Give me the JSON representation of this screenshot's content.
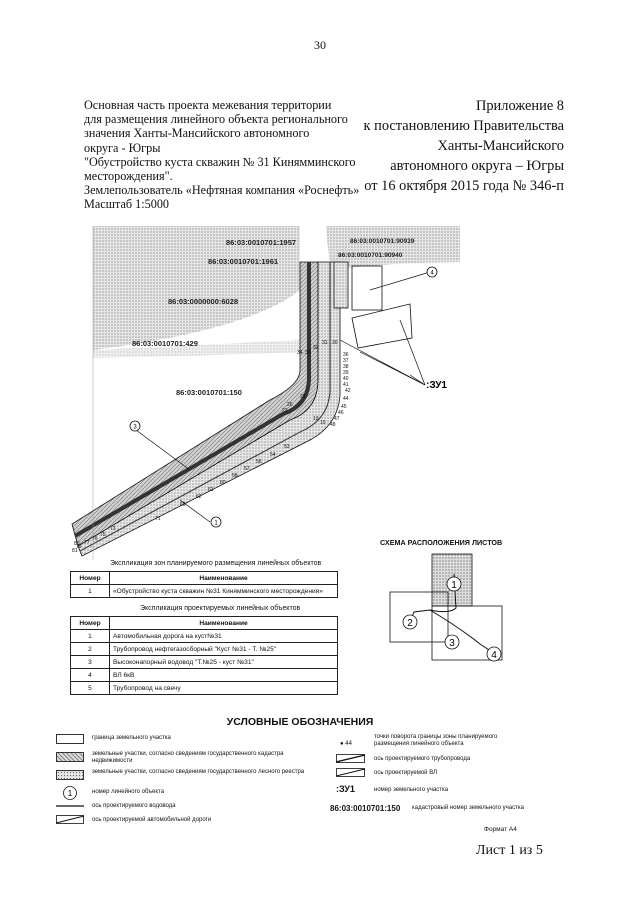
{
  "page_number": "30",
  "header_left": [
    "Основная часть проекта межевания территории",
    "для размещения линейного объекта регионального",
    "значения Ханты-Мансийского автономного",
    "округа  - Югры",
    "\"Обустройство куста скважин № 31 Кинямминского",
    "месторождения\".",
    "Землепользователь «Нефтяная компания «Роснефть»",
    "Масштаб 1:5000"
  ],
  "header_right": [
    "Приложение 8",
    "к постановлению Правительства",
    "Ханты-Мансийского",
    "автономного округа – Югры",
    "от 16 октября 2015 года № 346-п"
  ],
  "map": {
    "cadastral": [
      "86:03:0010701:1957",
      "86:03:0010701:90939",
      "86:03:0010701:1961",
      "86:03:0010701:90940",
      "86:03:0000000:6028",
      "86:03:0010701:429",
      "86:03:0010701:150"
    ],
    "zu_label": ":ЗУ1",
    "point_numbers": [
      "34",
      "33",
      "32",
      "31",
      "30",
      "36",
      "37",
      "38",
      "39",
      "40",
      "41",
      "42",
      "44",
      "45",
      "46",
      "47",
      "48",
      "26",
      "29",
      "23",
      "13",
      "10",
      "53",
      "54",
      "56",
      "57",
      "58",
      "60",
      "61",
      "62",
      "69",
      "71",
      "73",
      "75",
      "76",
      "77",
      "79",
      "80",
      "81"
    ],
    "circled": [
      "1",
      "3",
      "4"
    ]
  },
  "scheme": {
    "title": "СХЕМА РАСПОЛОЖЕНИЯ ЛИСТОВ",
    "labels": [
      "1",
      "2",
      "3",
      "4"
    ]
  },
  "table1": {
    "caption": "Экспликация зон планируемого размещения линейных объектов",
    "headers": [
      "Номер",
      "Наименование"
    ],
    "rows": [
      [
        "1",
        "«Обустройство куста скважин №31 Кинямминского месторождения»"
      ]
    ]
  },
  "table2": {
    "caption": "Экспликация проектируемых линейных объектов",
    "headers": [
      "Номер",
      "Наименование"
    ],
    "rows": [
      [
        "1",
        "Автомобильная дорога на куст№31"
      ],
      [
        "2",
        "Трубопровод нефтегазосборный \"Куст №31 - Т. №25\""
      ],
      [
        "3",
        "Высоконапорный водовод \"Т.№25 - куст №31\""
      ],
      [
        "4",
        "ВЛ 6кВ"
      ],
      [
        "5",
        "Трубопровод на свечу"
      ]
    ]
  },
  "legend": {
    "title": "УСЛОВНЫЕ ОБОЗНАЧЕНИЯ",
    "left": [
      "граница земельного участка",
      "земельные участки, согласно сведениям государственного кадастра недвижимости",
      "земельные участки, согласно сведениям государственного лесного реестра",
      "номер линейного объекта",
      "ось проектируемого водовода",
      "ось проектируемой автомобильной дороги"
    ],
    "circle_symbol": "1",
    "point_symbol": "● 44",
    "right": [
      "точки поворота границы зоны планируемого размещения линейного объекта",
      "ось проектируемого трубопровода",
      "ось проектируемой ВЛ",
      "номер земельного участка",
      "кадастровый номер земельного участка"
    ],
    "zu_symbol": ":ЗУ1",
    "cad_symbol": "86:03:0010701:150"
  },
  "format": "Формат А4",
  "sheet": "Лист 1 из 5"
}
